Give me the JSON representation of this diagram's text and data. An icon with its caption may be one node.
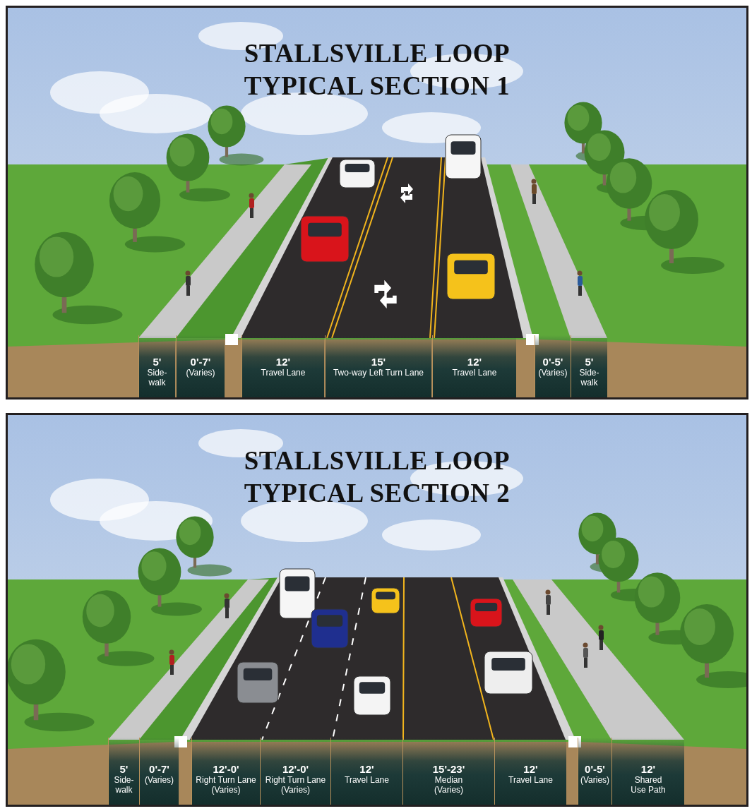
{
  "diagram": {
    "nodes": [
      {
        "text": [
          "STALLSVILLE LOOP TYPICAL SECTION 1"
        ]
      },
      {
        "text": [
          "5'",
          "Side- walk"
        ],
        "in": 0
      },
      {
        "text": [
          "0'-7'",
          "(Varies)"
        ],
        "in": 0
      },
      {
        "text": [
          "12'",
          "Travel Lane"
        ],
        "in": 0
      },
      {
        "text": [
          "15'",
          "Two-way Left Turn Lane"
        ],
        "in": 0
      },
      {
        "text": [
          "12'",
          "Travel Lane"
        ],
        "in": 0
      },
      {
        "text": [
          "0'-5'",
          "(Varies)"
        ],
        "in": 0
      },
      {
        "text": [
          "5'",
          "Side- walk"
        ],
        "in": 0
      },
      {
        "text": [
          "STALLSVILLE LOOP TYPICAL SECTION 2"
        ]
      },
      {
        "text": [
          "5'",
          "Side- walk"
        ],
        "in": 8
      },
      {
        "text": [
          "0'-7'",
          "(Varies)"
        ],
        "in": 8
      },
      {
        "text": [
          "12'-0'",
          "Right Turn Lane (Varies)"
        ],
        "in": 8
      },
      {
        "text": [
          "12'-0'",
          "Right Turn Lane (Varies)"
        ],
        "in": 8
      },
      {
        "text": [
          "12'",
          "Travel Lane"
        ],
        "in": 8
      },
      {
        "text": [
          "15'-23'",
          "Median (Varies)"
        ],
        "in": 8
      },
      {
        "text": [
          "12'",
          "Travel Lane"
        ],
        "in": 8
      },
      {
        "text": [
          "0'-5'",
          "(Varies)"
        ],
        "in": 8
      },
      {
        "text": [
          "12'",
          "Shared Use Path"
        ],
        "in": 8
      }
    ]
  }
}
